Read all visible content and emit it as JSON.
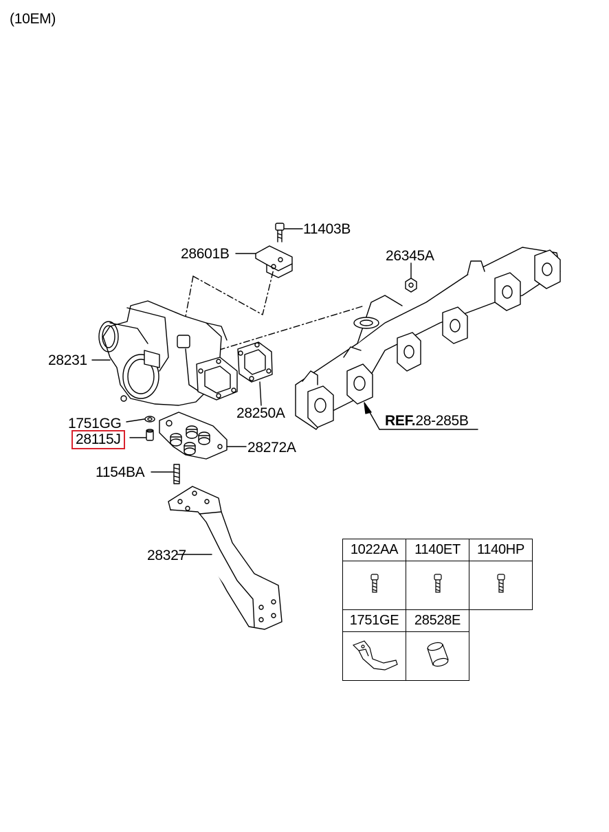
{
  "header": {
    "code": "(10EM)"
  },
  "callouts": {
    "c11403B": "11403B",
    "c28601B": "28601B",
    "c26345A": "26345A",
    "c28231": "28231",
    "c28250A": "28250A",
    "c1751GG": "1751GG",
    "c28115J": "28115J",
    "c28272A": "28272A",
    "c1154BA": "1154BA",
    "c28327": "28327"
  },
  "reference": {
    "prefix": "REF.",
    "code": "28-285B"
  },
  "legend": {
    "row1": [
      "1022AA",
      "1140ET",
      "1140HP"
    ],
    "row2": [
      "1751GE",
      "28528E"
    ]
  },
  "highlight": {
    "part": "28115J",
    "color": "#d9232e"
  }
}
